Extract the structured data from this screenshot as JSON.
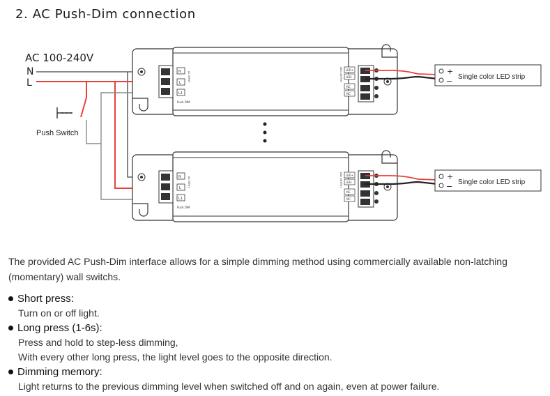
{
  "heading": "2. AC Push-Dim connection",
  "diagram": {
    "supply_label": "AC 100-240V",
    "line_n": "N",
    "line_l": "L",
    "push_switch_label": "Push Switch",
    "driver_terminals": [
      "N",
      "L",
      "L1"
    ],
    "push_dim_label": "Push DIM",
    "ac_input_label": "AC INPUT",
    "led_terminals": [
      "LED+",
      "LED-"
    ],
    "nc_terminals": [
      "NC",
      "NC"
    ],
    "led_output_label": "LED OUTPUT",
    "strip_label": "Single color LED strip",
    "plus_sign": "+",
    "minus_sign": "−"
  },
  "description": [
    "The provided AC Push-Dim interface allows for a simple dimming method using commercially available non-latching",
    "(momentary) wall switchs."
  ],
  "features": [
    {
      "title": "Short press:",
      "lines": [
        "Turn on or off light."
      ]
    },
    {
      "title": "Long press (1-6s):",
      "lines": [
        "Press and hold to step-less dimming,",
        "With every other long press, the light level goes to the opposite direction."
      ]
    },
    {
      "title": "Dimming memory:",
      "lines": [
        "Light returns to the previous dimming level when switched off and on again, even at power failure."
      ]
    }
  ],
  "colors": {
    "live_wire": "#e8413c",
    "neutral_wire": "#444444",
    "control_wire": "#8a8a8a",
    "outline": "#333333"
  }
}
